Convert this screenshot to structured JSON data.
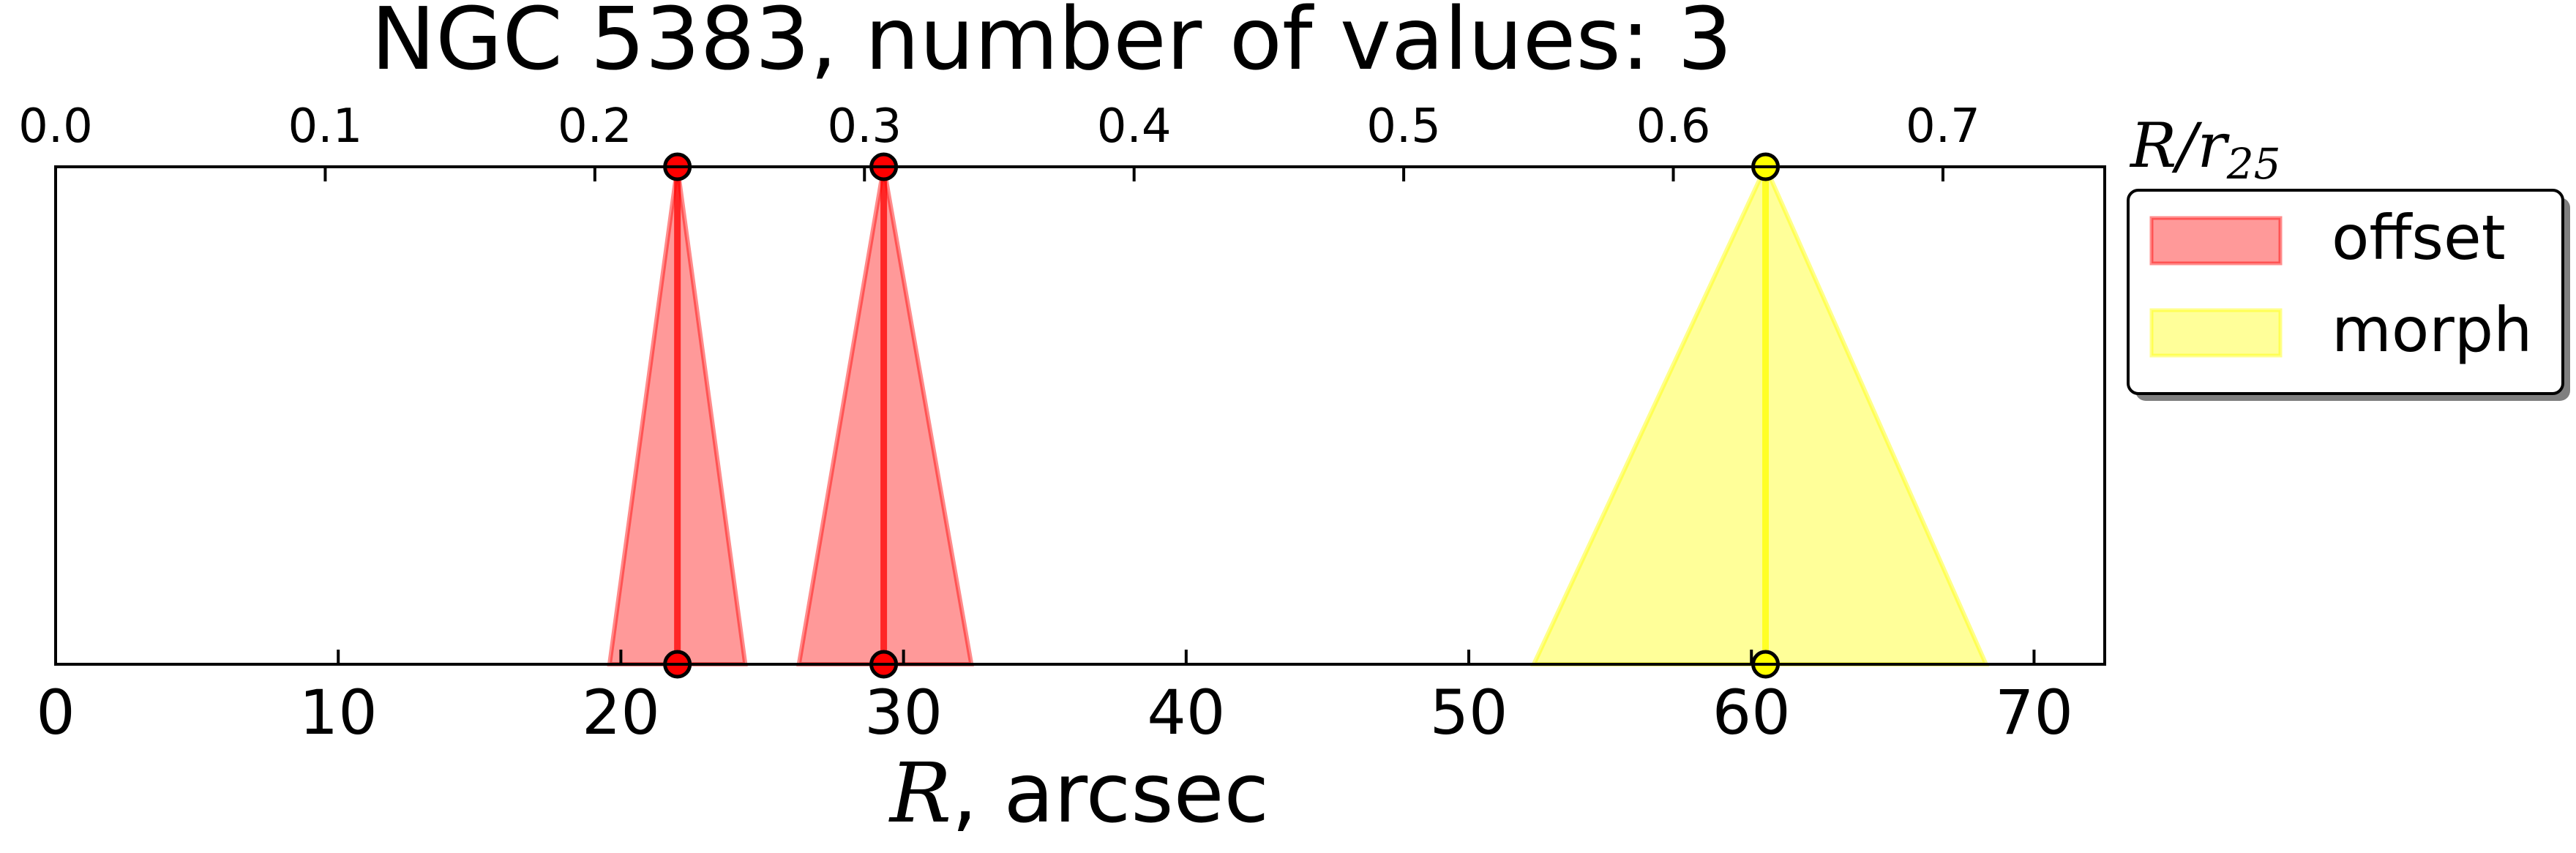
{
  "chart_data": {
    "type": "area",
    "title": "NGC 5383, number of values: 3",
    "xlabel": {
      "symbol": "R",
      "suffix": ", arcsec"
    },
    "top_xlabel": {
      "symbol": "R/r",
      "subscript": "25"
    },
    "xlim": [
      0,
      72.5
    ],
    "top_xlim": [
      0,
      0.76
    ],
    "x_ticks": [
      0,
      10,
      20,
      30,
      40,
      50,
      60,
      70
    ],
    "x_tick_labels": [
      "0",
      "10",
      "20",
      "30",
      "40",
      "50",
      "60",
      "70"
    ],
    "top_ticks": [
      0.0,
      0.1,
      0.2,
      0.3,
      0.4,
      0.5,
      0.6,
      0.7
    ],
    "top_tick_labels": [
      "0.0",
      "0.1",
      "0.2",
      "0.3",
      "0.4",
      "0.5",
      "0.6",
      "0.7"
    ],
    "grid": false,
    "legend_position": "outside-right",
    "series": [
      {
        "name": "offset",
        "color": "#ff0000",
        "fill_color": "#ff8080",
        "triangles": [
          {
            "center": 22.0,
            "left": 19.6,
            "right": 24.4
          },
          {
            "center": 29.3,
            "left": 26.3,
            "right": 32.4
          }
        ]
      },
      {
        "name": "morph",
        "color": "#ffff00",
        "fill_color": "#ffff80",
        "triangles": [
          {
            "center": 60.5,
            "left": 52.3,
            "right": 68.3
          }
        ]
      }
    ]
  }
}
